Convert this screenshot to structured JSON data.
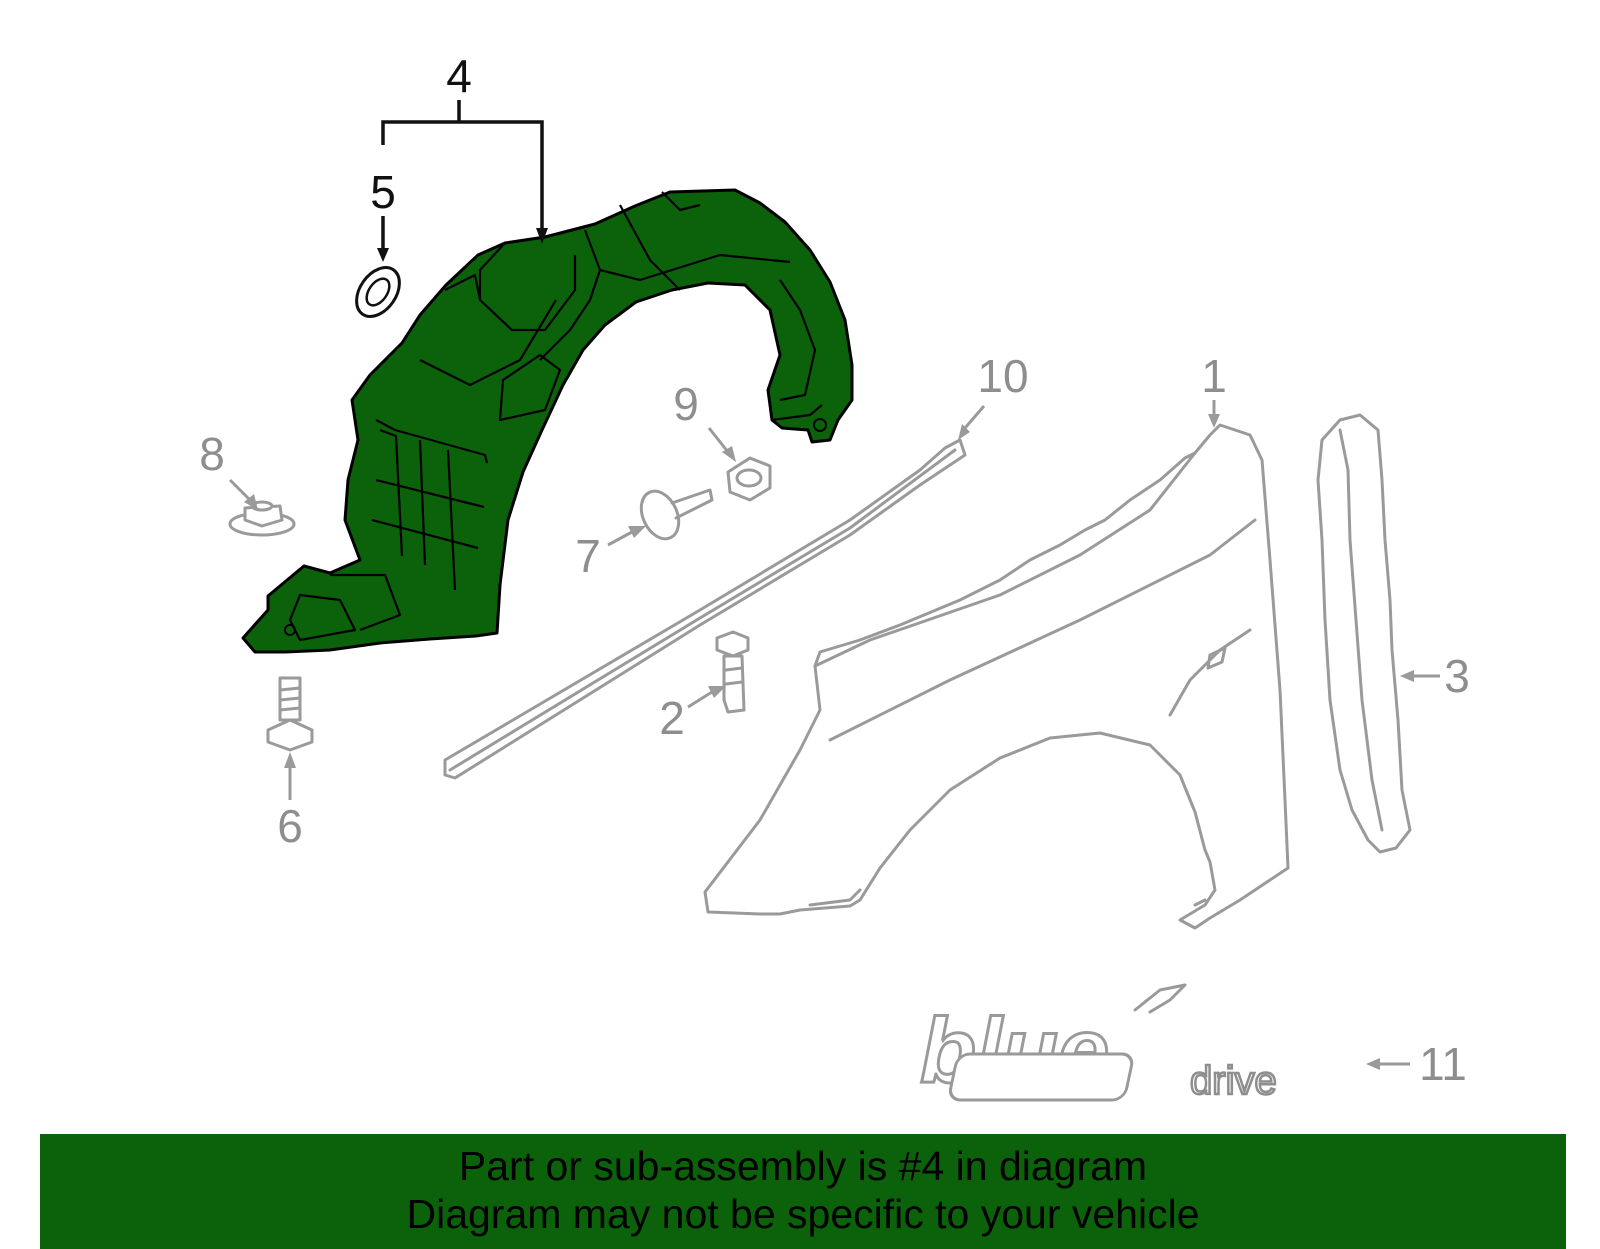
{
  "callouts": {
    "c1": "1",
    "c2": "2",
    "c3": "3",
    "c4": "4",
    "c5": "5",
    "c6": "6",
    "c7": "7",
    "c8": "8",
    "c9": "9",
    "c10": "10",
    "c11": "11"
  },
  "emblem": {
    "word1": "blue",
    "word2": "drive"
  },
  "banner": {
    "line1": "Part or sub-assembly is #4 in diagram",
    "line2": "Diagram may not be specific to your vehicle"
  },
  "colors": {
    "highlight_part": "#0c620b",
    "banner_bg": "#0c620b",
    "other_parts": "#9a9a9a"
  }
}
